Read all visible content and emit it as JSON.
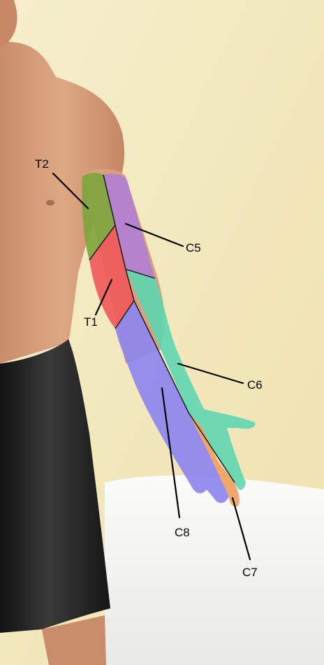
{
  "dermatomes": [
    {
      "id": "t2",
      "label": "T2",
      "color": "#7fa43e"
    },
    {
      "id": "c5",
      "label": "C5",
      "color": "#b27fd2"
    },
    {
      "id": "t1",
      "label": "T1",
      "color": "#ef5a5a"
    },
    {
      "id": "c6",
      "label": "C6",
      "color": "#5ed6b0"
    },
    {
      "id": "c8",
      "label": "C8",
      "color": "#8e86ee"
    },
    {
      "id": "c7",
      "label": "C7",
      "color": "#f1a060"
    }
  ],
  "colors": {
    "background_wall": "#f4ecc4",
    "skin": "#d9a07e",
    "shorts": "#1c1c1c",
    "sheet": "#f4f4f2"
  }
}
